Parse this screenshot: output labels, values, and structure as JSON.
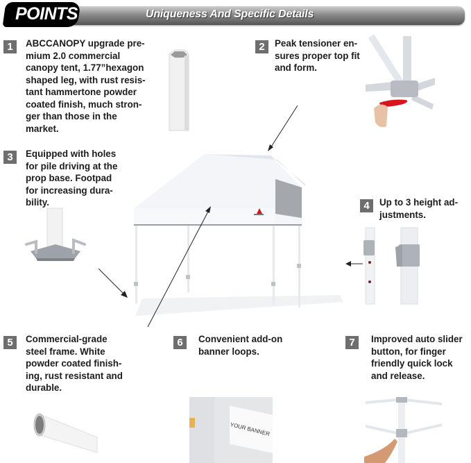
{
  "header": {
    "badge_label": "POINTS",
    "subtitle": "Uniqueness And Specific Details"
  },
  "features": [
    {
      "number": "1",
      "lines": [
        "ABCCANOPY upgrade pre-",
        "mium 2.0 commercial",
        "canopy tent, 1.77”hexagon",
        "shaped leg, with rust resis-",
        "tant hammertone powder",
        "coated finish, much stron-",
        "ger than those in the",
        "market."
      ],
      "image": "hexagon-leg"
    },
    {
      "number": "2",
      "lines": [
        "Peak tensioner en-",
        "sures proper top fit",
        "and form."
      ],
      "image": "peak-tensioner"
    },
    {
      "number": "3",
      "lines": [
        "Equipped with holes",
        "for pile driving at the",
        "prop base. Footpad",
        "for increasing dura-",
        "bility."
      ],
      "image": "footpad"
    },
    {
      "number": "4",
      "lines": [
        "Up to 3 height ad-",
        "justments."
      ],
      "image": "height-adjuster"
    },
    {
      "number": "5",
      "lines": [
        "Commercial-grade",
        "steel frame. White",
        "powder coated finish-",
        "ing, rust resistant and",
        "durable."
      ],
      "image": "steel-frame-tube"
    },
    {
      "number": "6",
      "lines": [
        "Convenient add-on",
        "banner loops."
      ],
      "image": "banner-loops"
    },
    {
      "number": "7",
      "lines": [
        "Improved auto slider",
        "button, for finger",
        "friendly quick lock",
        "and release."
      ],
      "image": "auto-slider"
    }
  ],
  "banner_sample_text": "YOUR BANNER",
  "colors": {
    "badge_bg": "#6e6e6e",
    "header_black": "#000000",
    "canopy_white": "#f4f6fa",
    "frame_gray": "#c8ccd2",
    "tensioner_red": "#d8141c"
  }
}
